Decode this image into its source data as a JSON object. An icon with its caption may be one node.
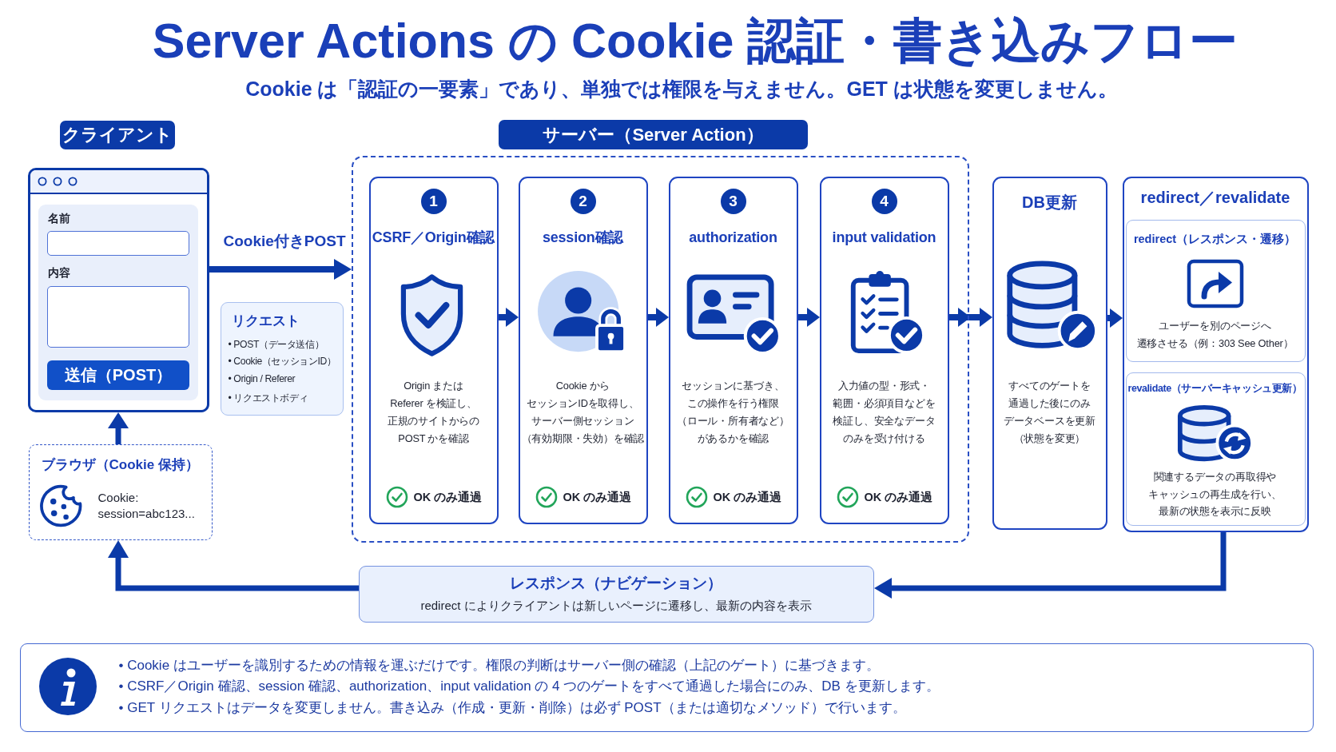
{
  "diagram": {
    "title": "Server Actions の Cookie 認証・書き込みフロー",
    "nodes": [
      {
        "text": [
          "クライアント"
        ]
      },
      {
        "text": [
          "サーバー（Server Action）"
        ]
      },
      {
        "text": [
          "名前",
          "内容"
        ]
      },
      {
        "text": [
          "送信（POST）"
        ],
        "in": 2
      },
      {
        "text": [
          "リクエスト",
          "• POST（データ送信）",
          "• Cookie（セッションID）",
          "• Origin / Referer",
          "• リクエストボディ"
        ]
      },
      {
        "text": [],
        "shape": "box"
      },
      {
        "text": [
          "1",
          "CSRF／Origin確認",
          "Origin または Referer を検証し、正規のサイトからの POST かを確認",
          "OK のみ通過"
        ],
        "in": 5
      },
      {
        "text": [
          "2",
          "session確認",
          "Cookie からセッションIDを取得し、サーバー側セッション（有効期限・失効）を確認",
          "OK のみ通過"
        ],
        "in": 5
      },
      {
        "text": [
          "3",
          "authorization",
          "セッションに基づき、この操作を行う権限（ロール・所有者など）があるかを確認",
          "OK のみ通過"
        ],
        "in": 5
      },
      {
        "text": [
          "4",
          "input validation",
          "入力値の型・形式・範囲・必須項目などを検証し、安全なデータのみを受け付ける",
          "OK のみ通過"
        ],
        "in": 5
      },
      {
        "text": [
          "DB更新",
          "すべてのゲートを通過した後にのみデータベースを更新（状態を変更）"
        ]
      },
      {
        "text": [
          "redirect／revalidate"
        ]
      },
      {
        "text": [
          "redirect（レスポンス・遷移）",
          "ユーザーを別のページへ遷移させる（例：303 See Other）"
        ],
        "in": 11
      },
      {
        "text": [
          "revalidate（サーバーキャッシュ更新）",
          "関連するデータの再取得やキャッシュの再生成を行い、最新の状態を表示に反映"
        ],
        "in": 11
      },
      {
        "text": [
          "ブラウザ（Cookie 保持）",
          "Cookie: session=abc123..."
        ]
      },
      {
        "text": [
          "レスポンス（ナビゲーション）",
          "redirect によりクライアントは新しいページに遷移し、最新の内容を表示"
        ]
      },
      {
        "text": [
          "• Cookie はユーザーを識別するための情報を運ぶだけです。権限の判断はサーバー側の確認（上記のゲート）に基づきます。",
          "• CSRF／Origin 確認、session 確認、authorization、input validation の 4 つのゲートをすべて通過した場合にのみ、DB を更新します。",
          "• GET リクエストはデータを変更しません。書き込み（作成・更新・削除）は必ず POST（または適切なメソッド）で行います。"
        ]
      }
    ],
    "edges": [
      {
        "from": 2,
        "to": 5,
        "arrow": "to",
        "label": "Cookie付きPOST"
      },
      {
        "from": 6,
        "to": 7,
        "arrow": "to"
      },
      {
        "from": 7,
        "to": 8,
        "arrow": "to"
      },
      {
        "from": 8,
        "to": 9,
        "arrow": "to"
      },
      {
        "from": 9,
        "to": 10,
        "arrow": "to"
      },
      {
        "from": 10,
        "to": 11,
        "arrow": "to"
      },
      {
        "from": 11,
        "to": 15,
        "arrow": "to"
      },
      {
        "from": 15,
        "to": 14,
        "arrow": "to"
      },
      {
        "from": 14,
        "to": 2,
        "arrow": "to"
      }
    ],
    "labels": [
      "Cookie は「認証の一要素」であり、単独では権限を与えません。GET は状態を変更しません。"
    ]
  }
}
